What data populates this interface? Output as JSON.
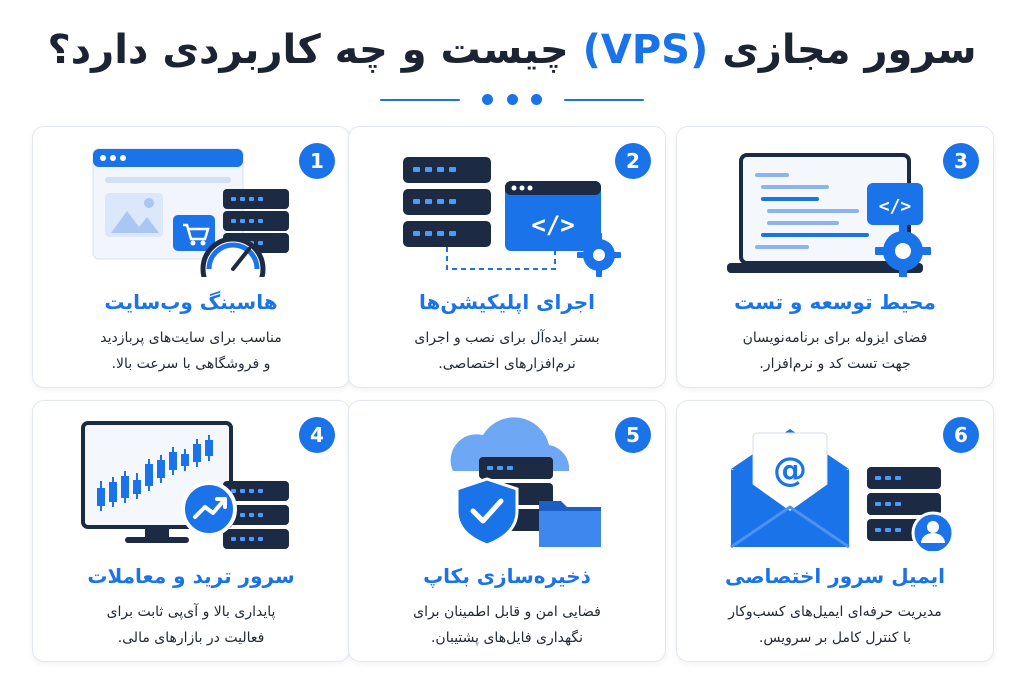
{
  "header": {
    "title_part1": "سرور مجازی",
    "title_accent": "(VPS)",
    "title_part2": "چیست و چه کاربردی دارد؟"
  },
  "colors": {
    "accent": "#1a73e8",
    "dark_navy": "#1c2a44",
    "card_border": "#e3e8f0"
  },
  "cards": [
    {
      "number": "1",
      "title": "هاسینگ وب‌سایت",
      "desc_line1": "مناسب برای سایت‌های پربازدید",
      "desc_line2": "و فروشگاهی با سرعت بالا.",
      "icon": "website-server-speed-icon"
    },
    {
      "number": "2",
      "title": "اجرای اپلیکیشن‌ها",
      "desc_line1": "بستر ایده‌آل برای نصب و اجرای",
      "desc_line2": "نرم‌افزارهای اختصاصی.",
      "icon": "server-code-window-icon"
    },
    {
      "number": "3",
      "title": "محیط توسعه و تست",
      "desc_line1": "فضای ایزوله برای برنامه‌نویسان",
      "desc_line2": "جهت تست کد و نرم‌افزار.",
      "icon": "laptop-code-gear-icon"
    },
    {
      "number": "4",
      "title": "سرور ترید و معاملات",
      "desc_line1": "پایداری بالا و آی‌پی ثابت برای",
      "desc_line2": "فعالیت در بازارهای مالی.",
      "icon": "trading-chart-server-icon"
    },
    {
      "number": "5",
      "title": "ذخیره‌سازی بکاپ",
      "desc_line1": "فضایی امن و قابل اطمینان برای",
      "desc_line2": "نگهداری فایل‌های پشتیبان.",
      "icon": "cloud-backup-shield-icon"
    },
    {
      "number": "6",
      "title": "ایمیل سرور اختصاصی",
      "desc_line1": "مدیریت حرفه‌ای ایمیل‌های کسب‌وکار",
      "desc_line2": "با کنترل کامل بر سرویس.",
      "icon": "email-server-user-icon"
    }
  ]
}
